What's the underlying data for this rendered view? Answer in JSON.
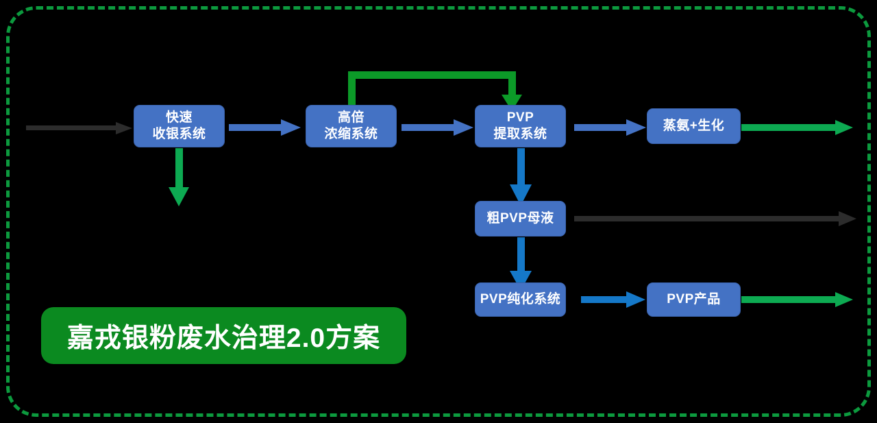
{
  "diagram": {
    "title_banner": {
      "text": "嘉戎银粉废水治理2.0方案",
      "color": "#0B8A20",
      "text_color": "#FFFFFF"
    },
    "frame": {
      "style": "dashed-rounded-rectangle",
      "color": "#0C9A3E"
    },
    "palette": {
      "node_blue": "#4472C4",
      "arrow_blue": "#4472C4",
      "arrow_bright_blue": "#1578C8",
      "arrow_green": "#0DAA52",
      "loop_green": "#0C9A28",
      "arrow_gray": "#2C2C2C",
      "background": "#000000"
    },
    "nodes": [
      {
        "id": "fast-collect",
        "lines": [
          "快速",
          "收银系统"
        ]
      },
      {
        "id": "concentrate",
        "lines": [
          "高倍",
          "浓缩系统"
        ]
      },
      {
        "id": "pvp-extract",
        "lines": [
          "PVP",
          "提取系统"
        ]
      },
      {
        "id": "ammonia-bio",
        "lines": [
          "蒸氨+生化"
        ]
      },
      {
        "id": "crude-pvp",
        "lines": [
          "粗PVP母液"
        ]
      },
      {
        "id": "pvp-purify",
        "lines": [
          "PVP纯化系统"
        ]
      },
      {
        "id": "pvp-product",
        "lines": [
          "PVP产品"
        ]
      }
    ],
    "connectors": [
      {
        "id": "inlet-to-fast-collect",
        "kind": "arrow-right",
        "color": "#2C2C2C"
      },
      {
        "id": "fast-collect-to-concentrate",
        "kind": "arrow-right",
        "color": "#4472C4"
      },
      {
        "id": "concentrate-to-pvp-extract",
        "kind": "arrow-right",
        "color": "#4472C4"
      },
      {
        "id": "pvp-extract-to-ammonia-bio",
        "kind": "arrow-right",
        "color": "#4472C4"
      },
      {
        "id": "ammonia-bio-outlet",
        "kind": "arrow-right",
        "color": "#0DAA52"
      },
      {
        "id": "fast-collect-sludge-out",
        "kind": "arrow-down",
        "color": "#0DAA52"
      },
      {
        "id": "recycle-loop-concentrate-to-pvp",
        "kind": "loop-up-over-down",
        "color": "#0C9A28"
      },
      {
        "id": "pvp-extract-to-crude-pvp",
        "kind": "arrow-down",
        "color": "#1578C8"
      },
      {
        "id": "crude-pvp-outlet",
        "kind": "arrow-right",
        "color": "#2C2C2C"
      },
      {
        "id": "crude-pvp-to-pvp-purify",
        "kind": "arrow-down",
        "color": "#1578C8"
      },
      {
        "id": "pvp-purify-to-pvp-product",
        "kind": "arrow-right",
        "color": "#1578C8"
      },
      {
        "id": "pvp-product-outlet",
        "kind": "arrow-right",
        "color": "#0DAA52"
      }
    ]
  }
}
